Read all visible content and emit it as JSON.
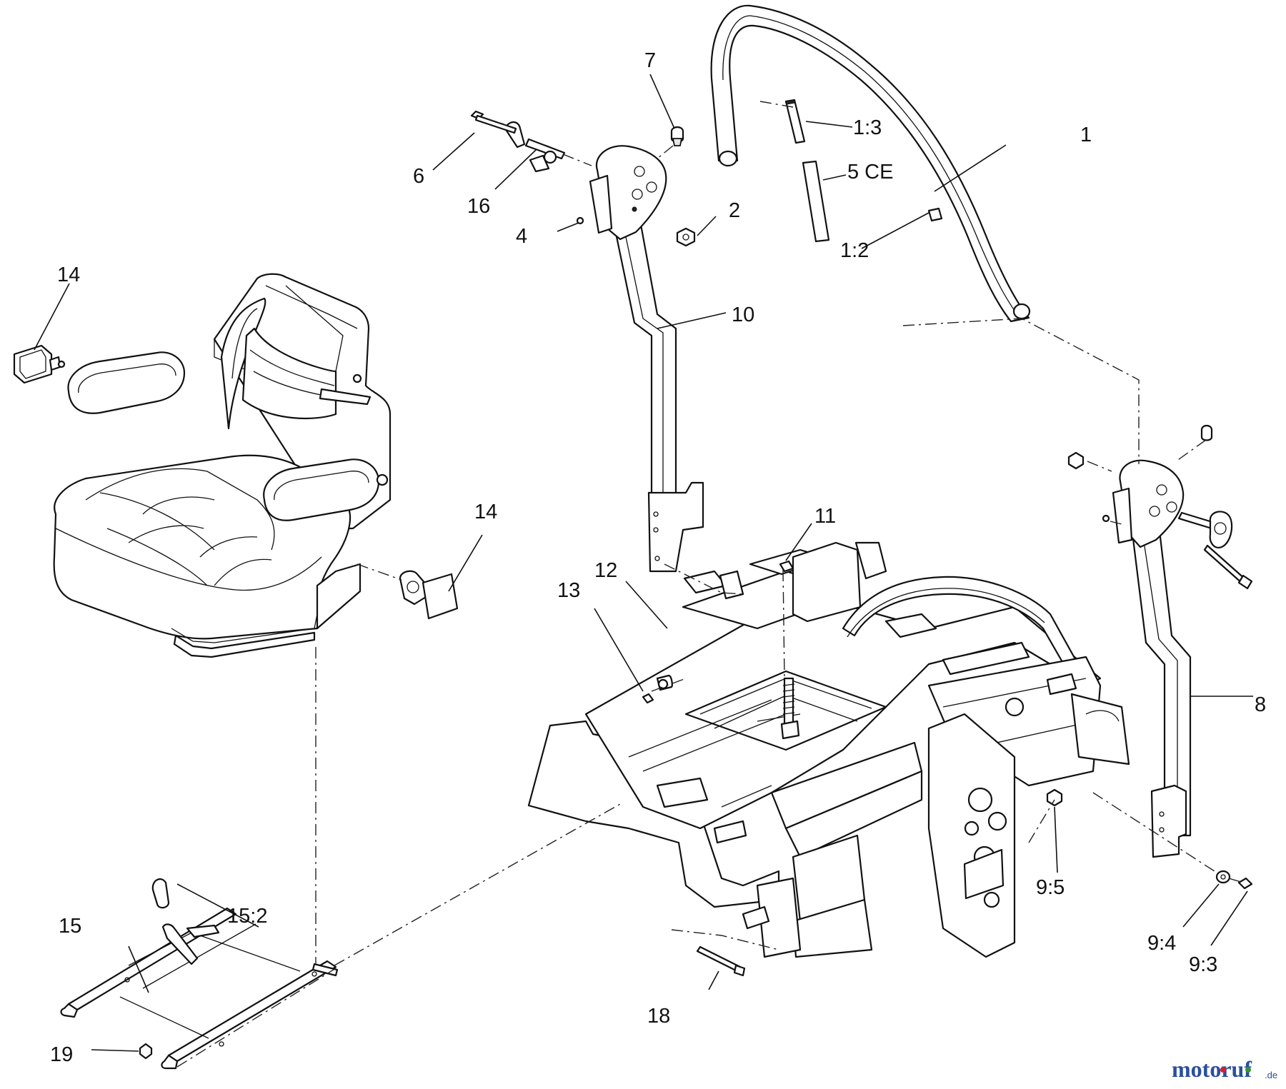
{
  "callouts": {
    "c1": "1",
    "c1_2": "1:2",
    "c1_3": "1:3",
    "c2": "2",
    "c4": "4",
    "c5": "5 CE",
    "c6": "6",
    "c7": "7",
    "c8": "8",
    "c9_3": "9:3",
    "c9_4": "9:4",
    "c9_5": "9:5",
    "c10": "10",
    "c11": "11",
    "c12": "12",
    "c13": "13",
    "c14a": "14",
    "c14b": "14",
    "c15": "15",
    "c15_2": "15:2",
    "c16": "16",
    "c18": "18",
    "c19": "19"
  },
  "watermark": {
    "brand": "motoruf",
    "tld": ".de"
  },
  "colors": {
    "line": "#111111",
    "watermark_blue": "#2a4f9c",
    "watermark_red": "#d3212b",
    "watermark_green": "#3a8f3a"
  }
}
